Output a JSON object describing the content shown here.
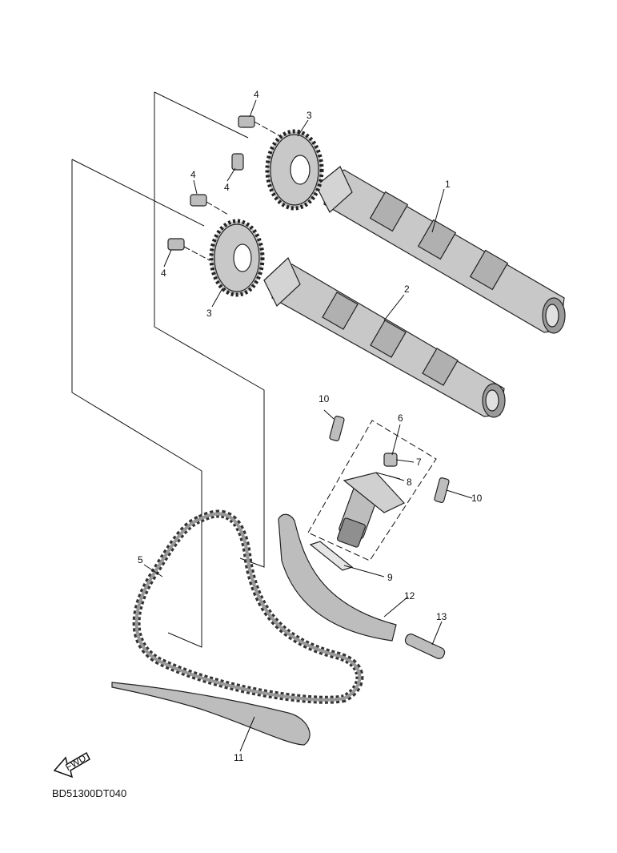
{
  "diagram": {
    "drawing_code": "BD51300DT040",
    "fwd_label": "FWD",
    "callouts": [
      {
        "id": "c1",
        "text": "1"
      },
      {
        "id": "c2",
        "text": "2"
      },
      {
        "id": "c3a",
        "text": "3"
      },
      {
        "id": "c3b",
        "text": "3"
      },
      {
        "id": "c4a",
        "text": "4"
      },
      {
        "id": "c4b",
        "text": "4"
      },
      {
        "id": "c4c",
        "text": "4"
      },
      {
        "id": "c4d",
        "text": "4"
      },
      {
        "id": "c5",
        "text": "5"
      },
      {
        "id": "c6",
        "text": "6"
      },
      {
        "id": "c7",
        "text": "7"
      },
      {
        "id": "c8",
        "text": "8"
      },
      {
        "id": "c9",
        "text": "9"
      },
      {
        "id": "c10a",
        "text": "10"
      },
      {
        "id": "c10b",
        "text": "10"
      },
      {
        "id": "c11",
        "text": "11"
      },
      {
        "id": "c12",
        "text": "12"
      },
      {
        "id": "c13",
        "text": "13"
      }
    ]
  },
  "colors": {
    "part_fill": "#c8c8c8",
    "part_dark": "#8a8a8a",
    "line": "#111111"
  }
}
